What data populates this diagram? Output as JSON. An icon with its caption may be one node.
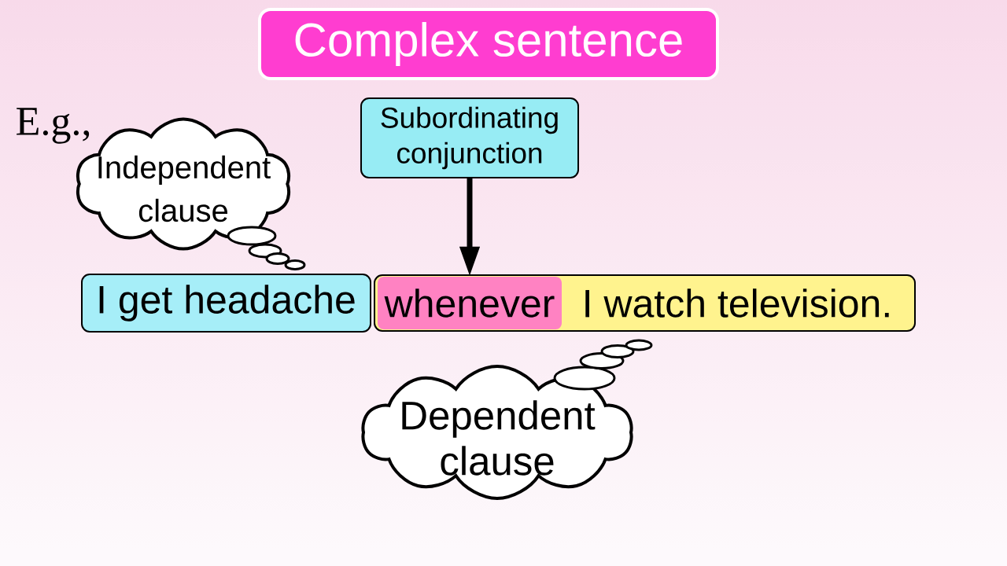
{
  "diagram": {
    "title": "Complex sentence",
    "nodes": [
      {
        "text": [
          "Independent clause"
        ]
      },
      {
        "text": [
          "Subordinating conjunction"
        ]
      },
      {
        "text": [
          "I get headache"
        ]
      },
      {
        "text": [],
        "shape": "box"
      },
      {
        "text": [
          "whenever"
        ],
        "in": 3
      },
      {
        "text": [
          "I watch television."
        ],
        "in": 3
      },
      {
        "text": [
          "Dependent clause"
        ]
      }
    ],
    "edges": [
      {
        "from": 1,
        "to": 4,
        "arrow": "to"
      }
    ],
    "labels": [
      "E.g.,"
    ]
  }
}
